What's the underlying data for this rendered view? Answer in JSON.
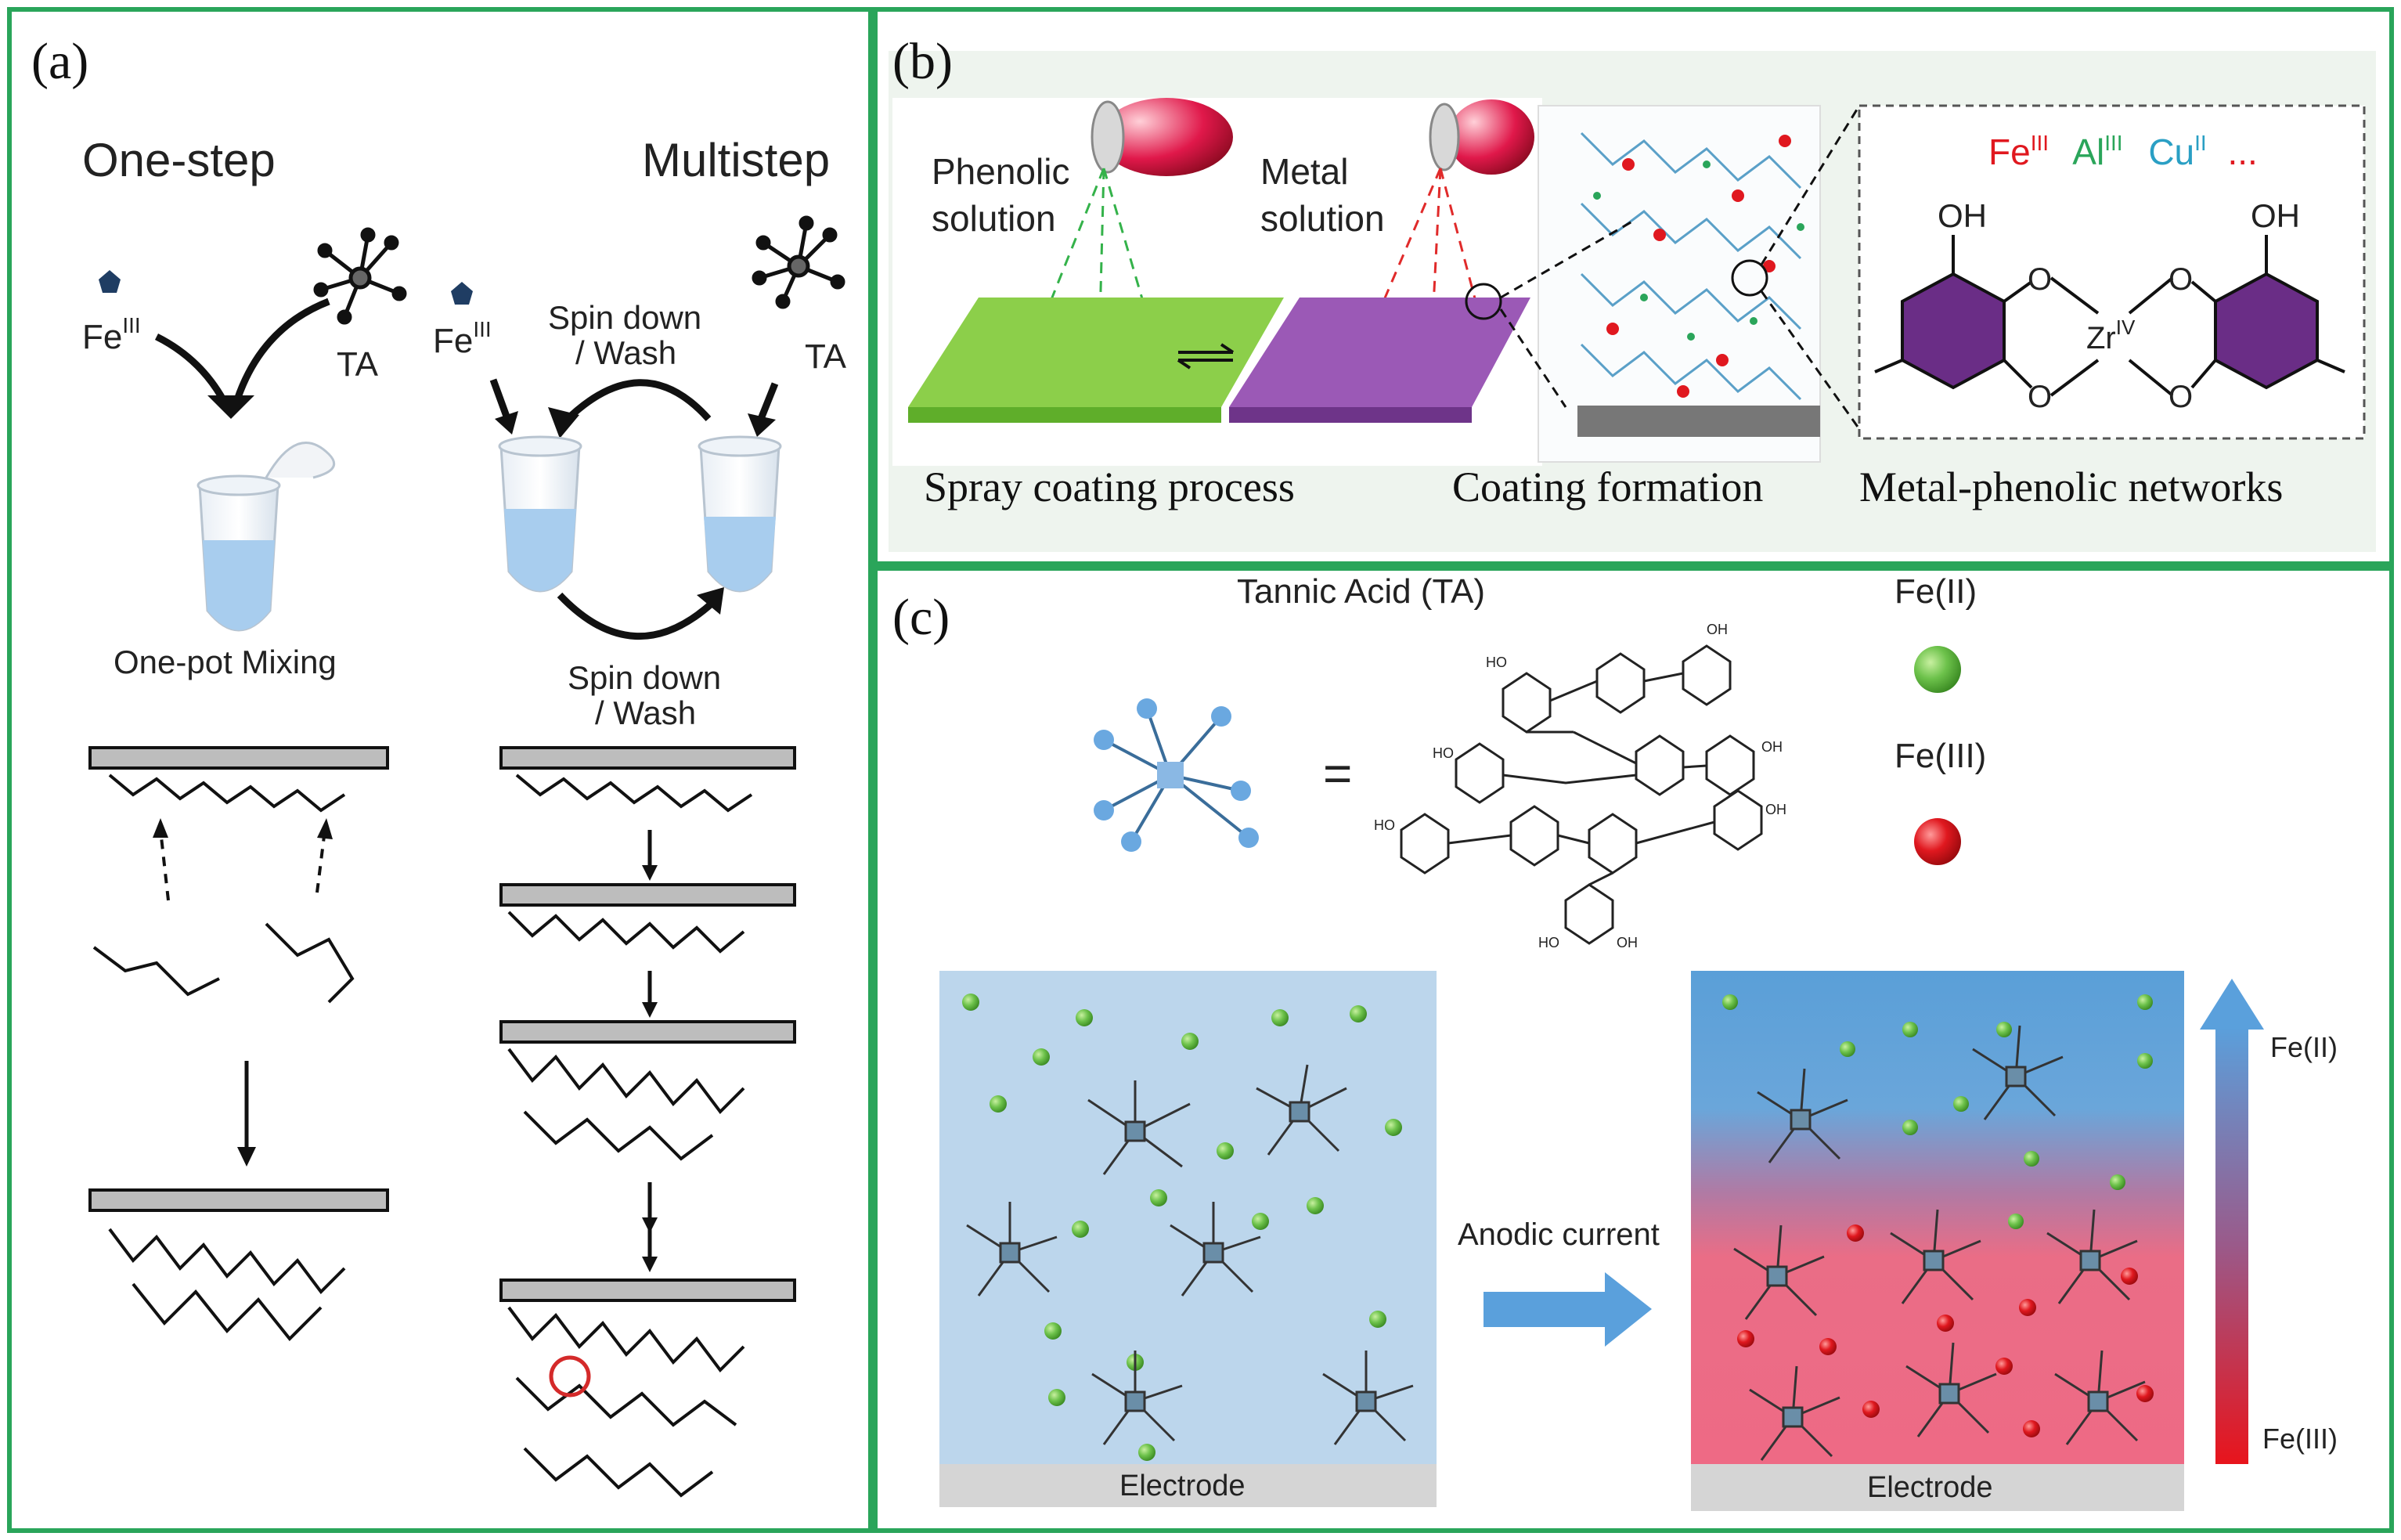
{
  "colors": {
    "border": "#2aa55a",
    "green_plate": "#8ccf4a",
    "purple_plate": "#9b59b6",
    "ring_purple": "#6a2d86",
    "fe2_green": "#6dc24b",
    "fe3_red": "#e0181f",
    "molecule_blue": "#6aa8e0",
    "bath_light": "#bcd6ec",
    "electrode_gray": "#d5d5d5"
  },
  "panel_a": {
    "label": "(a)",
    "one_step": "One-step",
    "multistep": "Multistep",
    "fe_left": "Fe",
    "fe_left_sup": "III",
    "ta_left": "TA",
    "fe_right": "Fe",
    "fe_right_sup": "III",
    "ta_right": "TA",
    "spin_top_1": "Spin down",
    "spin_top_2": "/ Wash",
    "spin_bottom_1": "Spin down",
    "spin_bottom_2": "/ Wash",
    "one_pot": "One-pot Mixing"
  },
  "panel_b": {
    "label": "(b)",
    "phenolic_1": "Phenolic",
    "phenolic_2": "solution",
    "metal_1": "Metal",
    "metal_2": "solution",
    "ion_fe": "Fe",
    "ion_fe_sup": "III",
    "ion_al": "Al",
    "ion_al_sup": "III",
    "ion_cu": "Cu",
    "ion_cu_sup": "II",
    "ion_more": "...",
    "oh_left": "OH",
    "oh_right": "OH",
    "o_label": "O",
    "zr": "Zr",
    "zr_sup": "IV",
    "caption_spray": "Spray coating process",
    "caption_coating": "Coating formation",
    "caption_network": "Metal-phenolic networks"
  },
  "panel_c": {
    "label": "(c)",
    "tannic_acid": "Tannic Acid (TA)",
    "equals": "=",
    "fe2_legend": "Fe(II)",
    "fe3_legend": "Fe(III)",
    "anodic": "Anodic current",
    "electrode_left": "Electrode",
    "electrode_right": "Electrode",
    "grad_top": "Fe(II)",
    "grad_bottom": "Fe(III)",
    "ho_label": "HO",
    "oh_label": "OH"
  }
}
